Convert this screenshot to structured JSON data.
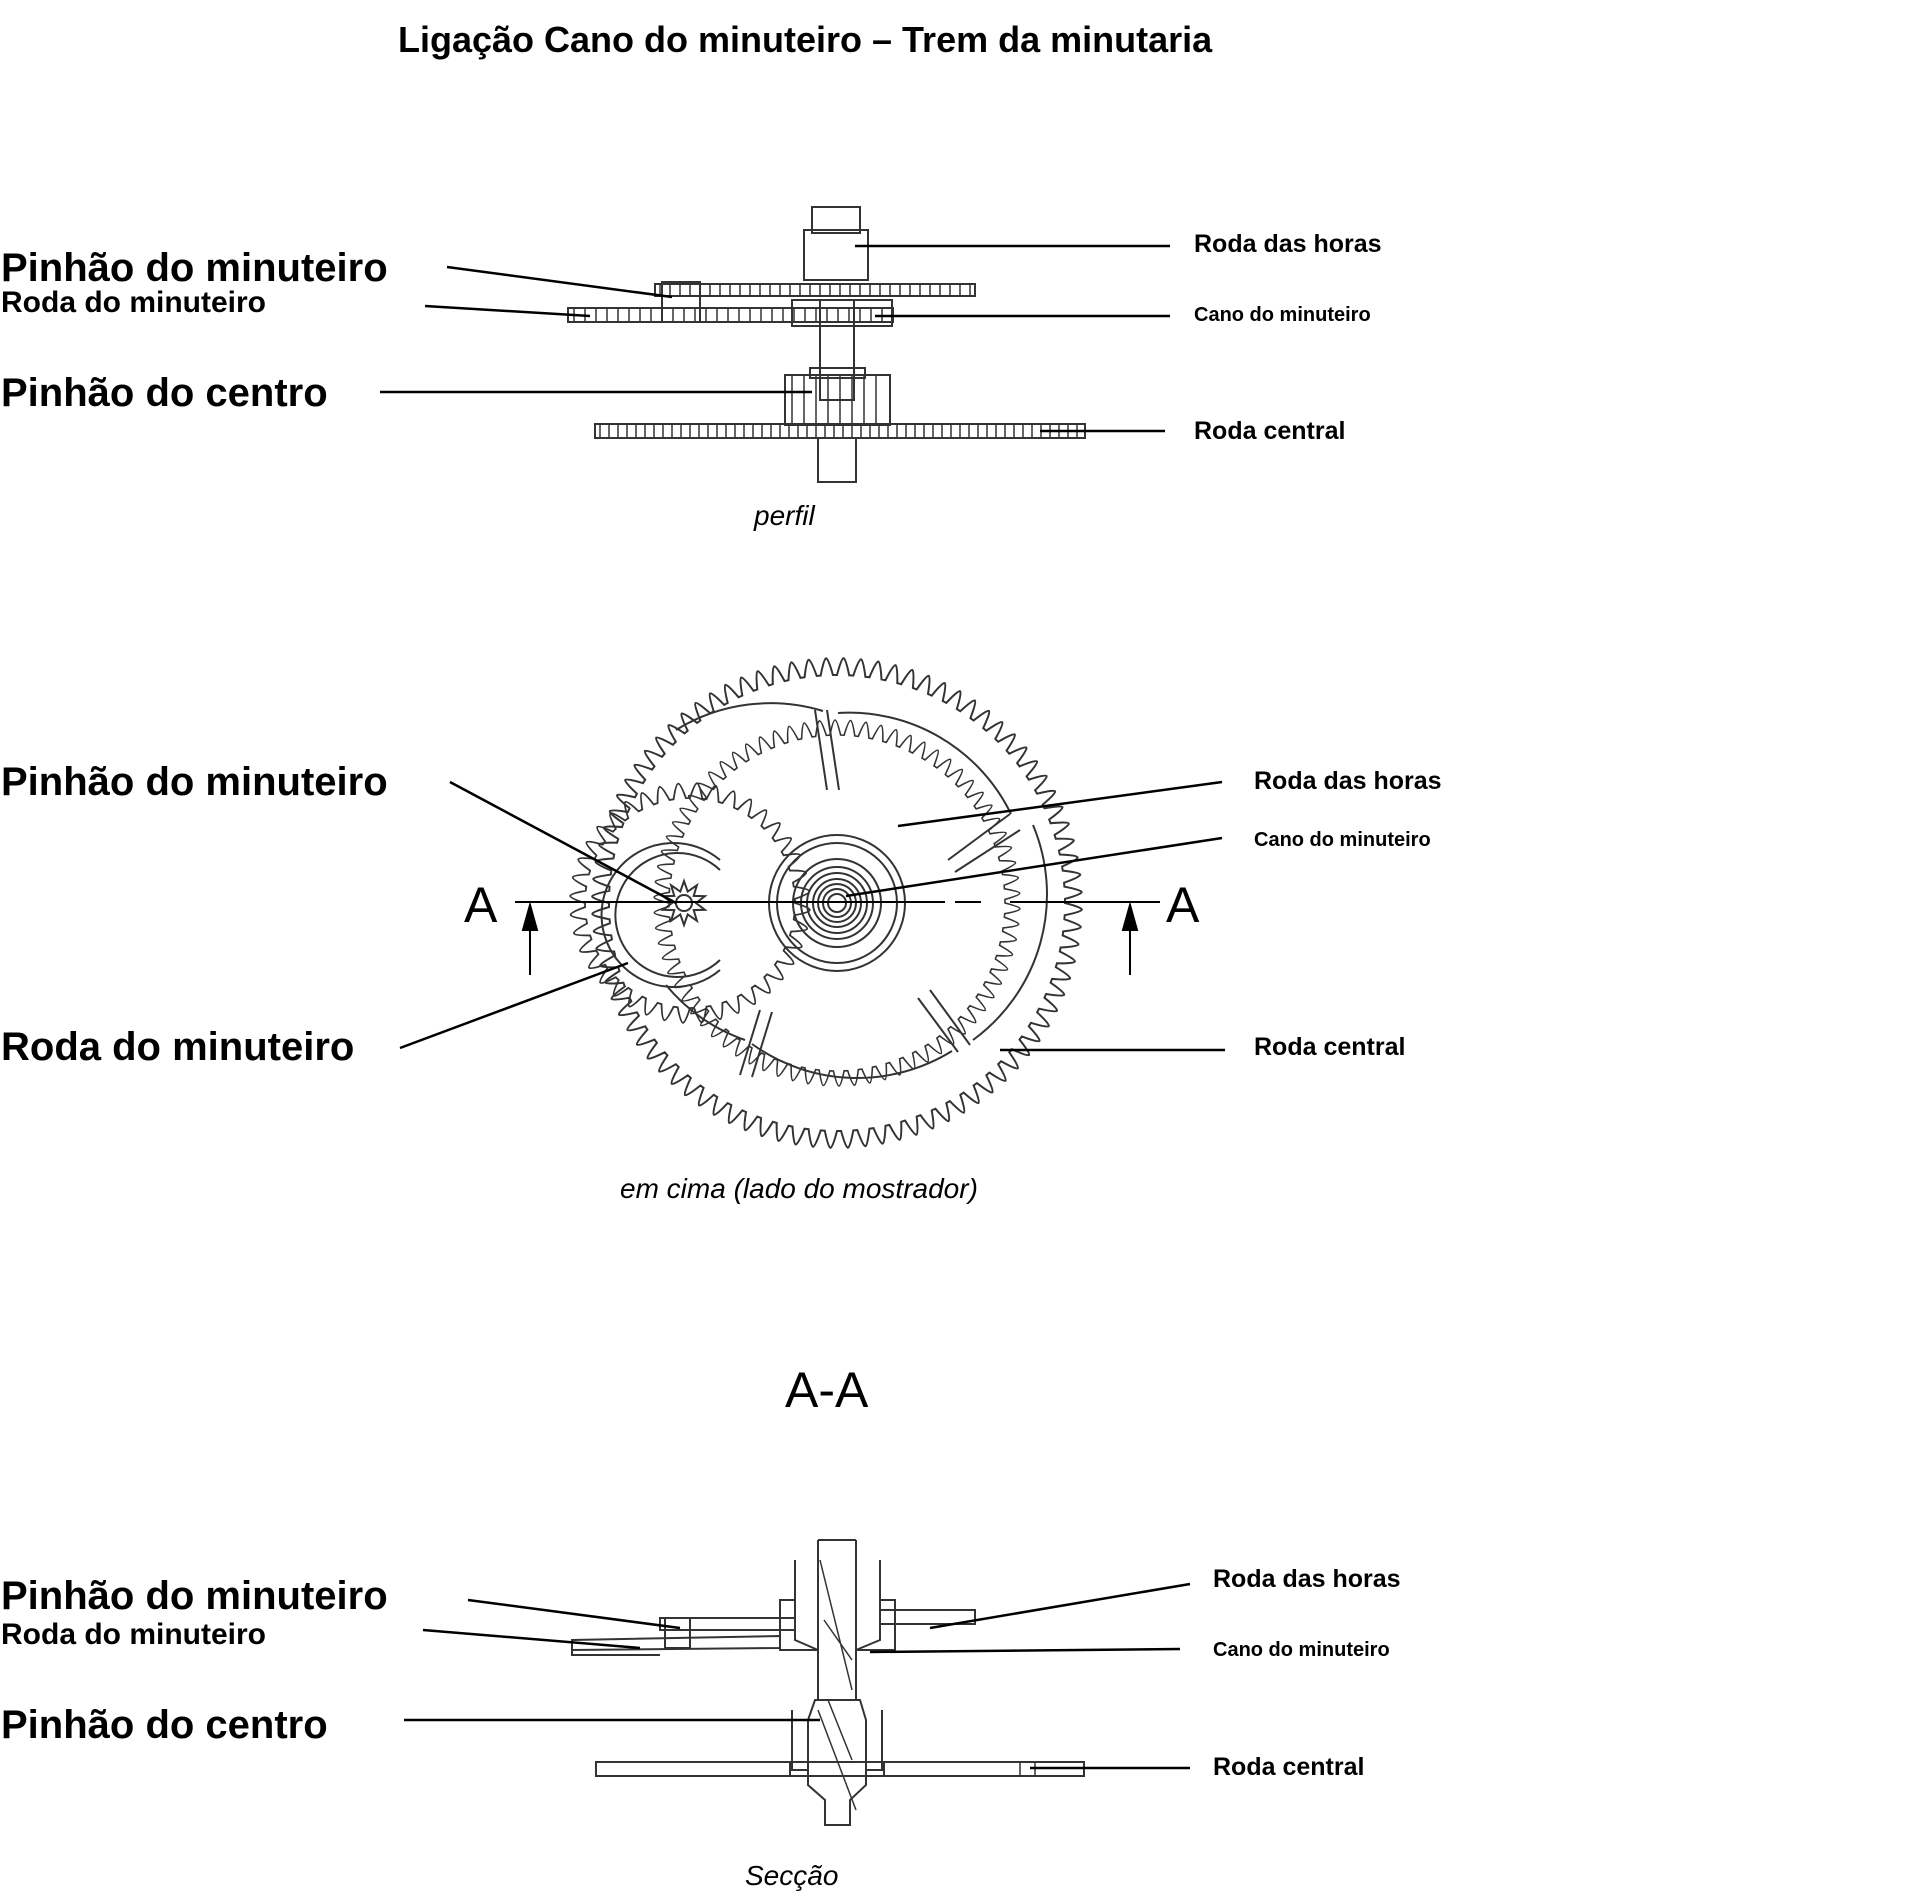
{
  "title": "Ligação Cano do minuteiro – Trem da minutaria",
  "profile": {
    "labels_left": {
      "pinhao_minuteiro": "Pinhão do minuteiro",
      "roda_minuteiro": "Roda do minuteiro",
      "pinhao_centro": "Pinhão do centro"
    },
    "labels_right": {
      "roda_horas": "Roda das horas",
      "cano_minuteiro": "Cano do minuteiro",
      "roda_central": "Roda central"
    },
    "caption": "perfil"
  },
  "top": {
    "labels_left": {
      "pinhao_minuteiro": "Pinhão do minuteiro",
      "roda_minuteiro": "Roda do minuteiro"
    },
    "labels_right": {
      "roda_horas": "Roda das horas",
      "cano_minuteiro": "Cano do minuteiro",
      "roda_central": "Roda central"
    },
    "section_letter_left": "A",
    "section_letter_right": "A",
    "caption": "em cima (lado do mostrador)"
  },
  "section": {
    "heading": "A-A",
    "labels_left": {
      "pinhao_minuteiro": "Pinhão do minuteiro",
      "roda_minuteiro": "Roda do minuteiro",
      "pinhao_centro": "Pinhão do centro"
    },
    "labels_right": {
      "roda_horas": "Roda das horas",
      "cano_minuteiro": "Cano do minuteiro",
      "roda_central": "Roda central"
    },
    "caption": "Secção"
  },
  "colors": {
    "ink": "#000000",
    "line_gray": "#444444",
    "paper": "#ffffff"
  }
}
